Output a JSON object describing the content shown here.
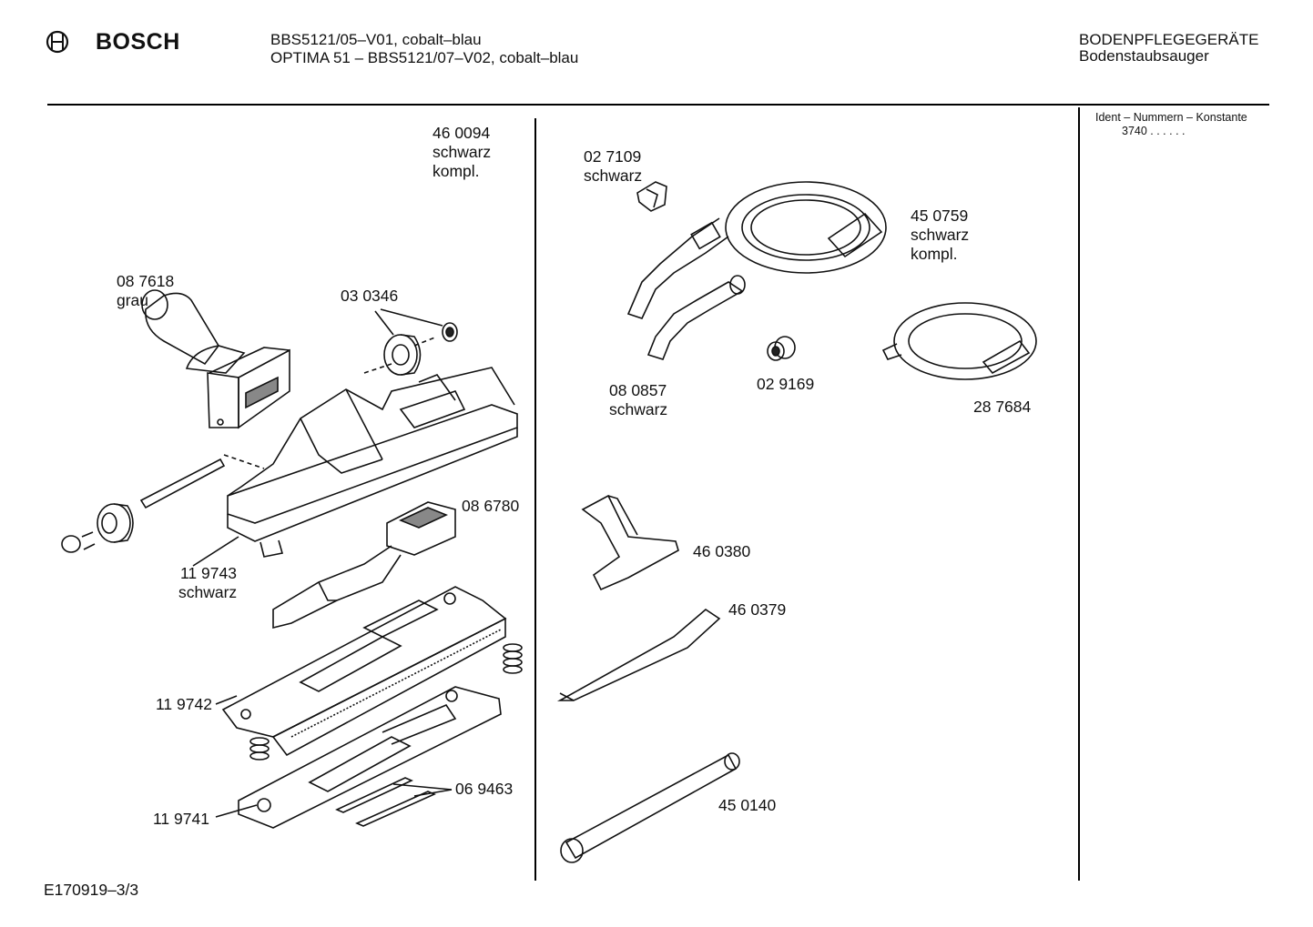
{
  "header": {
    "brand": "BOSCH",
    "model_line_1": "BBS5121/05–V01, cobalt–blau",
    "model_line_2": "OPTIMA 51 – BBS5121/07–V02, cobalt–blau",
    "category": "BODENPFLEGEGERÄTE",
    "subcategory": "Bodenstaubsauger"
  },
  "ident": {
    "title": "Ident – Nummern – Konstante",
    "value": "3740   . .     . . . ."
  },
  "parts": {
    "p460094": {
      "number": "46 0094",
      "color": "schwarz",
      "note": "kompl."
    },
    "p087618": {
      "number": "08 7618",
      "color": "grau"
    },
    "p030346": {
      "number": "03 0346"
    },
    "p086780": {
      "number": "08 6780"
    },
    "p119743": {
      "number": "11 9743",
      "color": "schwarz"
    },
    "p119742": {
      "number": "11 9742"
    },
    "p069463": {
      "number": "06 9463"
    },
    "p119741": {
      "number": "11 9741"
    },
    "p027109": {
      "number": "02 7109",
      "color": "schwarz"
    },
    "p450759": {
      "number": "45 0759",
      "color": "schwarz",
      "note": "kompl."
    },
    "p080857": {
      "number": "08 0857",
      "color": "schwarz"
    },
    "p029169": {
      "number": "02 9169"
    },
    "p287684": {
      "number": "28 7684"
    },
    "p460380": {
      "number": "46 0380"
    },
    "p460379": {
      "number": "46 0379"
    },
    "p450140": {
      "number": "45 0140"
    }
  },
  "footer": {
    "drawing_id": "E170919–3/3"
  },
  "icons": [
    "bosch-logo-icon"
  ]
}
